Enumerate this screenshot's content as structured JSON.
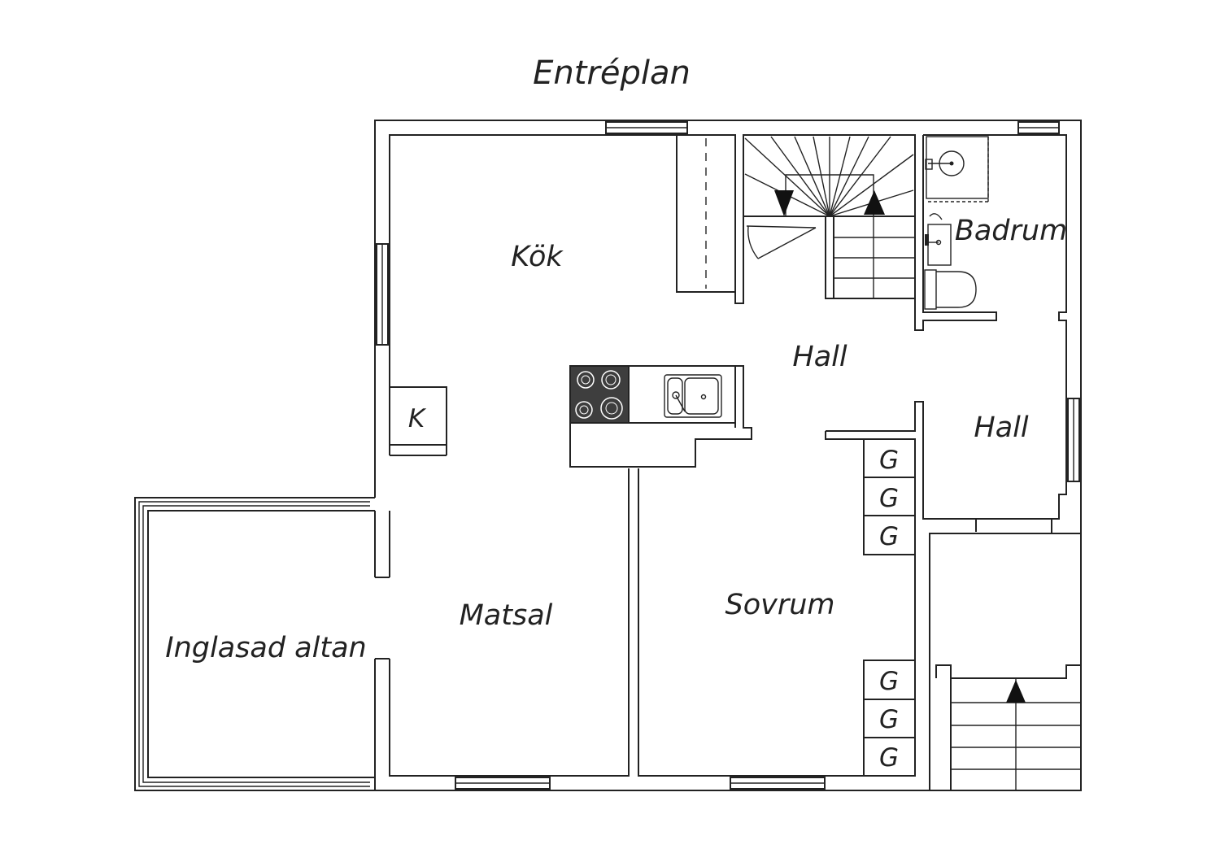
{
  "title": "Entréplan",
  "rooms": {
    "kok": "Kök",
    "hall_center": "Hall",
    "badrum": "Badrum",
    "hall_right": "Hall",
    "matsal": "Matsal",
    "sovrum": "Sovrum",
    "altan": "Inglasad altan"
  },
  "marks": {
    "fridge": "K",
    "wardrobe": "G"
  }
}
